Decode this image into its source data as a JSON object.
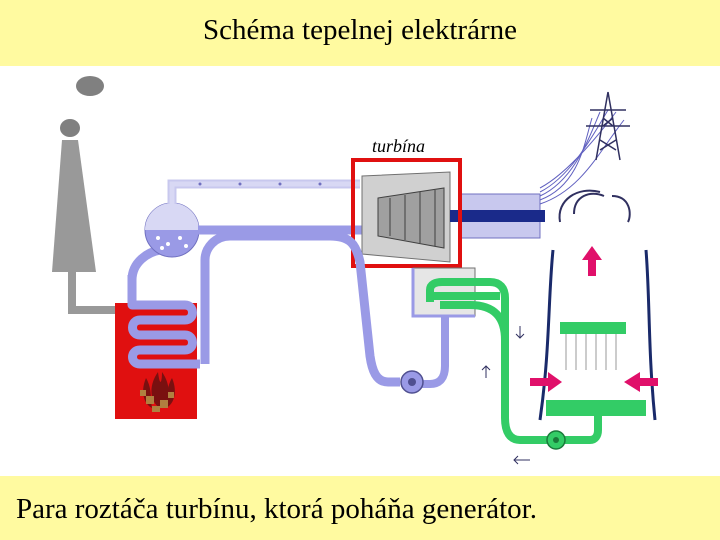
{
  "header": {
    "title": "Schéma tepelnej elektrárne"
  },
  "diagram": {
    "turbine_label": "turbína"
  },
  "footer": {
    "caption": "Para roztáča turbínu, ktorá poháňa generátor."
  },
  "colors": {
    "background_bands": "#fffaa0",
    "steam_pipe": "#9a9ae6",
    "cooling_water": "#33cc66",
    "furnace": "#e01010",
    "highlight": "#e01010",
    "arrows": "#e0106a"
  }
}
